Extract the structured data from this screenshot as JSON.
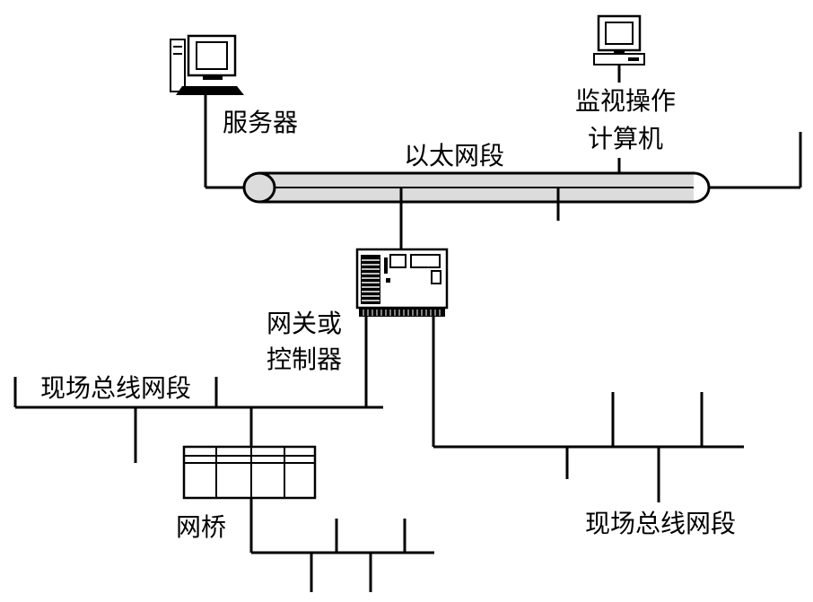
{
  "labels": {
    "server": "服务器",
    "monitor_line1": "监视操作",
    "monitor_line2": "计算机",
    "ethernet": "以太网段",
    "gateway_line1": "网关或",
    "gateway_line2": "控制器",
    "fieldbus_left": "现场总线网段",
    "bridge": "网桥",
    "fieldbus_right": "现场总线网段"
  },
  "colors": {
    "line": "#000000",
    "bus_fill": "#dcdcdc",
    "background": "#ffffff"
  },
  "icons": {
    "server": "desktop-tower-computer-icon",
    "monitor": "desktop-monitor-computer-icon",
    "gateway": "controller-device-icon",
    "bridge": "bridge-device-icon"
  }
}
